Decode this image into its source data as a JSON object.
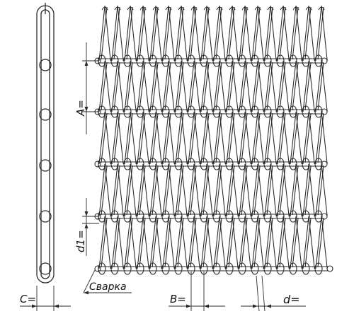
{
  "labels": {
    "a": "A=",
    "d1": "d1=",
    "c": "C=",
    "svarka": "Сварка",
    "b": "B=",
    "d": "d="
  },
  "colors": {
    "stroke": "#2a2a2a",
    "background": "#ffffff"
  }
}
